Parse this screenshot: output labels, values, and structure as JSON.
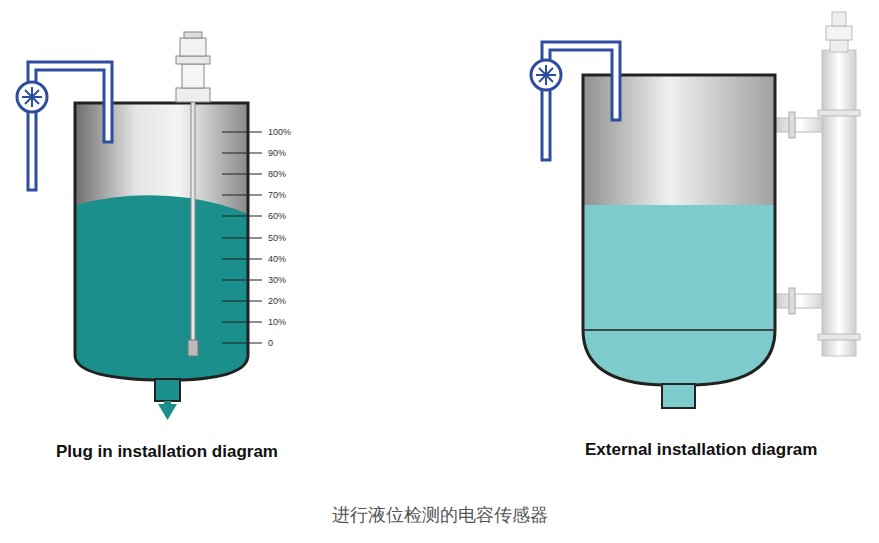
{
  "diagram": {
    "caption": "进行液位检测的电容传感器",
    "labels": [
      "100%",
      "90%",
      "80%",
      "70%",
      "60%",
      "50%",
      "40%",
      "30%",
      "20%",
      "10%",
      "0",
      "Plug in installation diagram",
      "External installation diagram"
    ]
  }
}
